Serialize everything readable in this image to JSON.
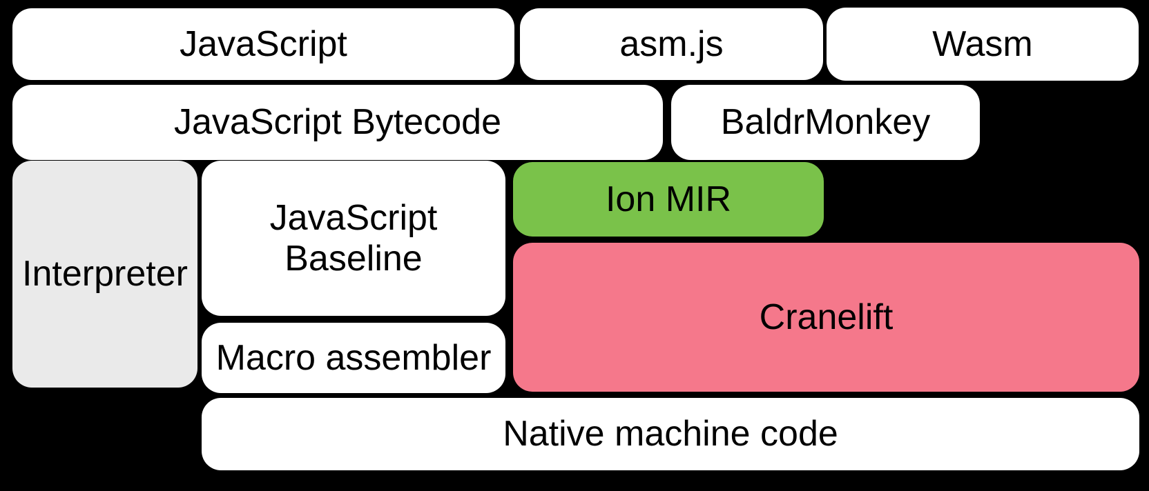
{
  "colors": {
    "background": "#000000",
    "box_default": "#FFFFFF",
    "interpreter_gray": "#EAEAEA",
    "ion_mir_green": "#7AC24A",
    "cranelift_pink": "#F5788B",
    "text": "#000000"
  },
  "boxes": {
    "javascript": {
      "label": "JavaScript"
    },
    "asmjs": {
      "label": "asm.js"
    },
    "wasm": {
      "label": "Wasm"
    },
    "bytecode": {
      "label": "JavaScript Bytecode"
    },
    "baldrmonkey": {
      "label": "BaldrMonkey"
    },
    "interpreter": {
      "label": "Interpreter"
    },
    "baseline": {
      "label": "JavaScript\nBaseline"
    },
    "ion_mir": {
      "label": "Ion MIR"
    },
    "cranelift": {
      "label": "Cranelift"
    },
    "macro_assembler": {
      "label": "Macro assembler"
    },
    "native": {
      "label": "Native machine code"
    }
  }
}
